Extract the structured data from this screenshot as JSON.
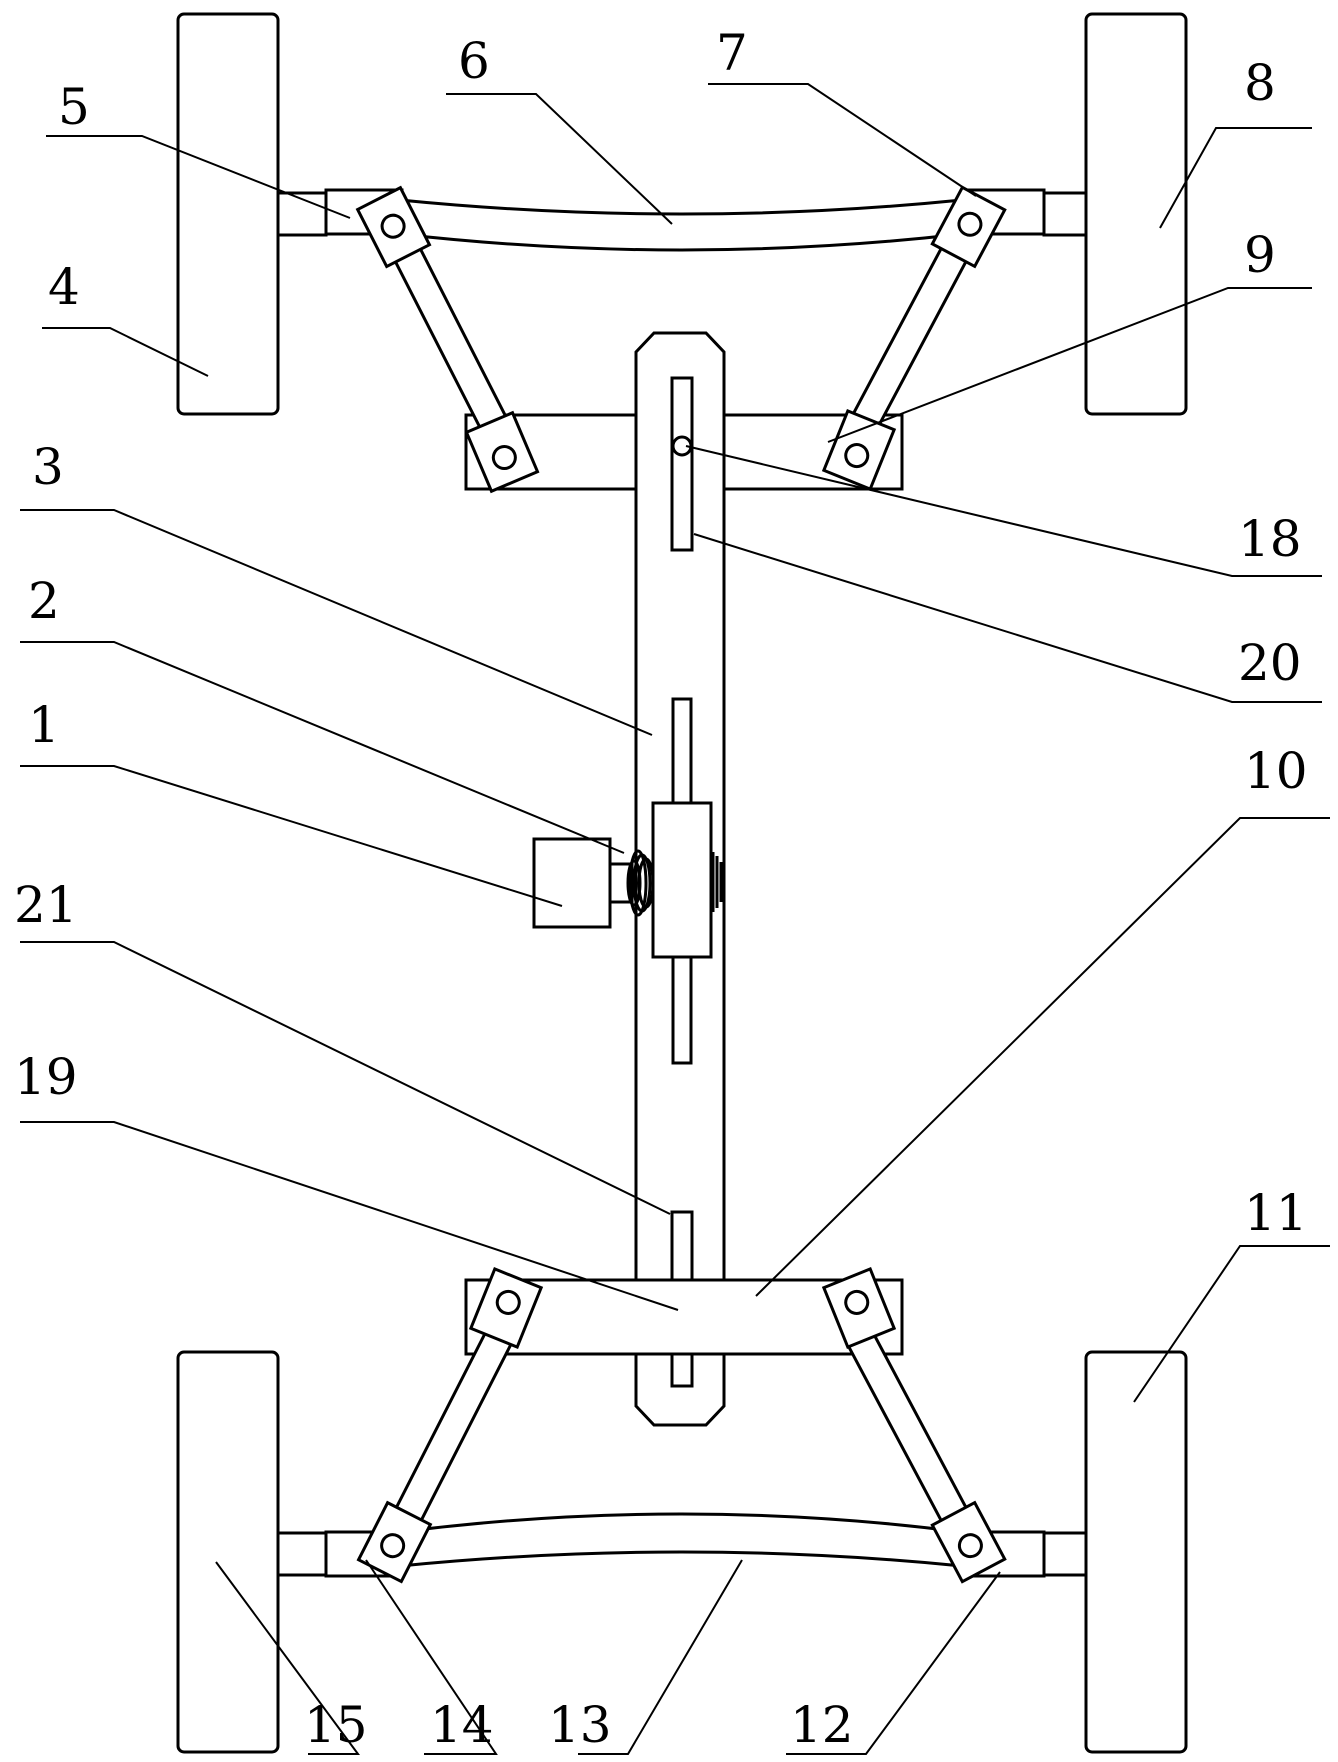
{
  "diagram": {
    "labels": {
      "l1": "1",
      "l2": "2",
      "l3": "3",
      "l4": "4",
      "l5": "5",
      "l6": "6",
      "l7": "7",
      "l8": "8",
      "l9": "9",
      "l10": "10",
      "l11": "11",
      "l12": "12",
      "l13": "13",
      "l14": "14",
      "l15": "15",
      "l18": "18",
      "l19": "19",
      "l20": "20",
      "l21": "21"
    }
  }
}
